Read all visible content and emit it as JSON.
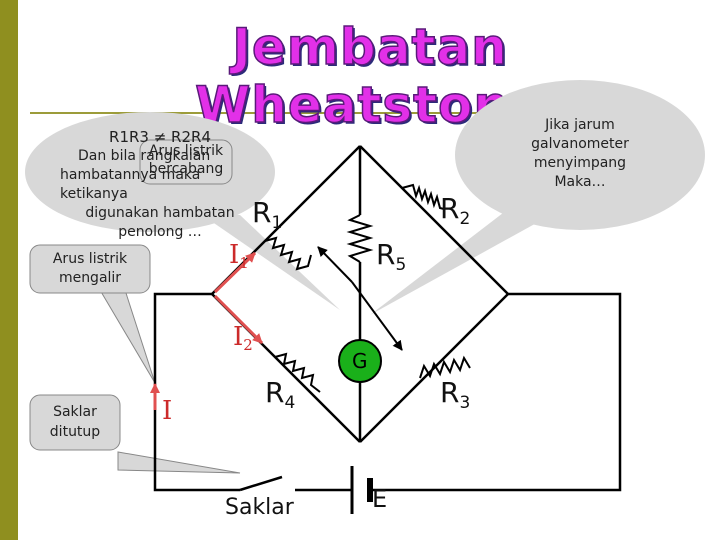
{
  "title": "Jembatan Wheatstone",
  "callouts": {
    "top_left_lines": [
      "R1R3 ≠ R2R4",
      "Dan bila rangkaian",
      "hambatannya maka ketikanya",
      "digunakan hambatan",
      "penolong …"
    ],
    "branch": [
      "Arus listrik",
      "bercabang"
    ],
    "flow": [
      "Arus listrik",
      "mengalir"
    ],
    "switch": [
      "Saklar",
      "ditutup"
    ],
    "galvanometer": [
      "Jika jarum",
      "galvanometer",
      "menyimpang",
      "Maka…"
    ]
  },
  "components": {
    "r1": {
      "name": "R",
      "sub": "1"
    },
    "r2": {
      "name": "R",
      "sub": "2"
    },
    "r3": {
      "name": "R",
      "sub": "3"
    },
    "r4": {
      "name": "R",
      "sub": "4"
    },
    "r5": {
      "name": "R",
      "sub": "5"
    },
    "galvanometer": "G",
    "battery": "E",
    "switch": "Saklar"
  },
  "currents": {
    "i1": {
      "name": "I",
      "sub": "1"
    },
    "i2": {
      "name": "I",
      "sub": "2"
    },
    "i": "I"
  },
  "colors": {
    "title_fill": "#e230e8",
    "callout_fill": "#d8d8d8",
    "current_arrow": "#e05050",
    "galvanometer_fill": "#1ab01a",
    "wire": "#000000"
  }
}
